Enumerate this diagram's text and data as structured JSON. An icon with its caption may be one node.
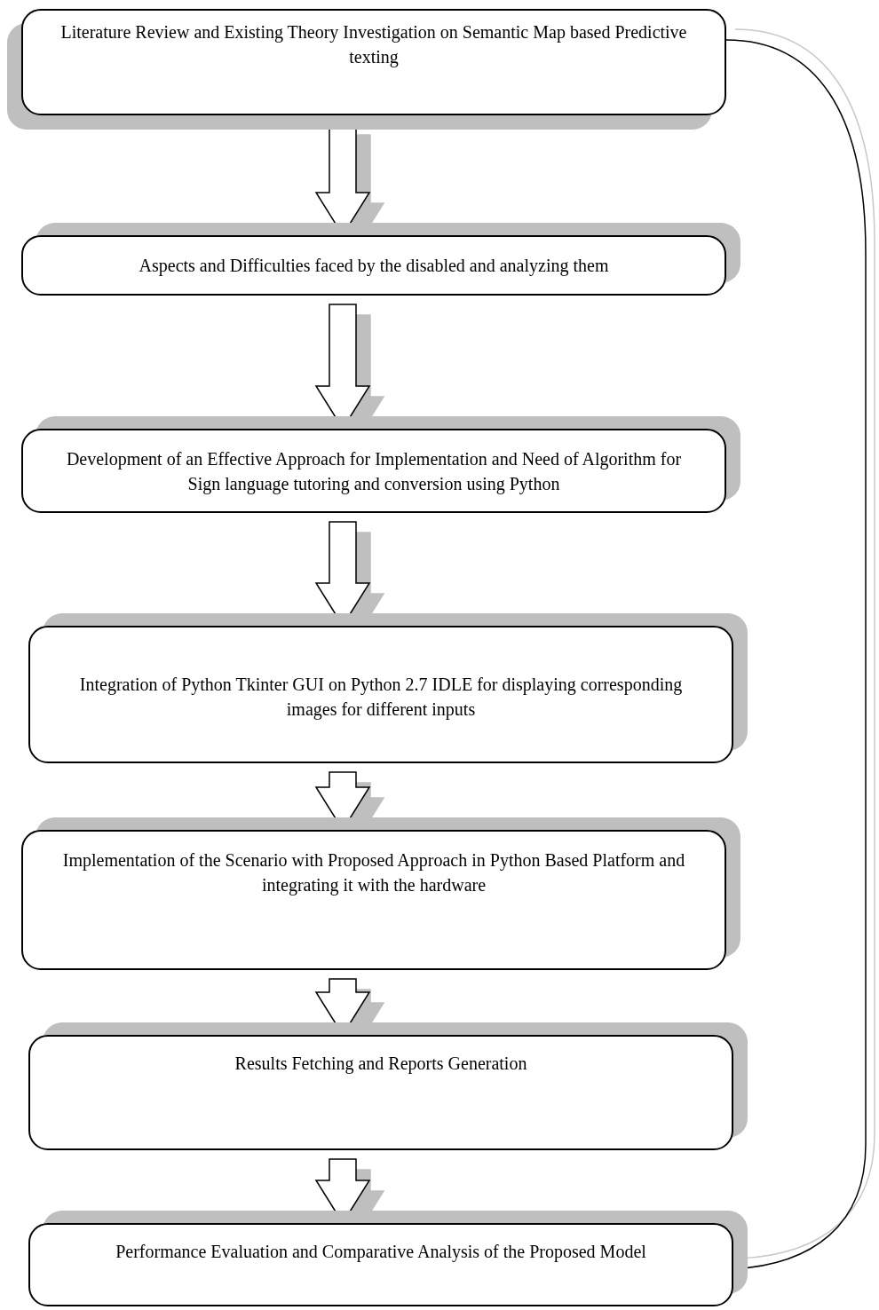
{
  "diagram": {
    "nodes": [
      {
        "text": [
          "Literature Review and Existing Theory Investigation on Semantic Map based Predictive texting"
        ]
      },
      {
        "text": [
          "Aspects and Difficulties faced by the disabled and analyzing them"
        ]
      },
      {
        "text": [
          "Development of an Effective Approach for Implementation and Need of Algorithm for Sign language tutoring and conversion using Python"
        ]
      },
      {
        "text": [
          "Integration of Python Tkinter GUI on Python 2.7 IDLE for displaying corresponding images for different inputs"
        ]
      },
      {
        "text": [
          "Implementation of the Scenario with Proposed Approach in Python Based Platform and integrating it with the hardware"
        ]
      },
      {
        "text": [
          "Results Fetching and Reports Generation"
        ]
      },
      {
        "text": [
          "Performance Evaluation and Comparative Analysis of the Proposed Model"
        ]
      }
    ],
    "edges": [
      {
        "from": 0,
        "to": 1,
        "arrow": "to"
      },
      {
        "from": 1,
        "to": 2,
        "arrow": "to"
      },
      {
        "from": 2,
        "to": 3,
        "arrow": "to"
      },
      {
        "from": 3,
        "to": 4,
        "arrow": "to"
      },
      {
        "from": 4,
        "to": 5,
        "arrow": "to"
      },
      {
        "from": 5,
        "to": 6,
        "arrow": "to"
      },
      {
        "from": 6,
        "to": 0,
        "arrow": "none"
      }
    ]
  }
}
